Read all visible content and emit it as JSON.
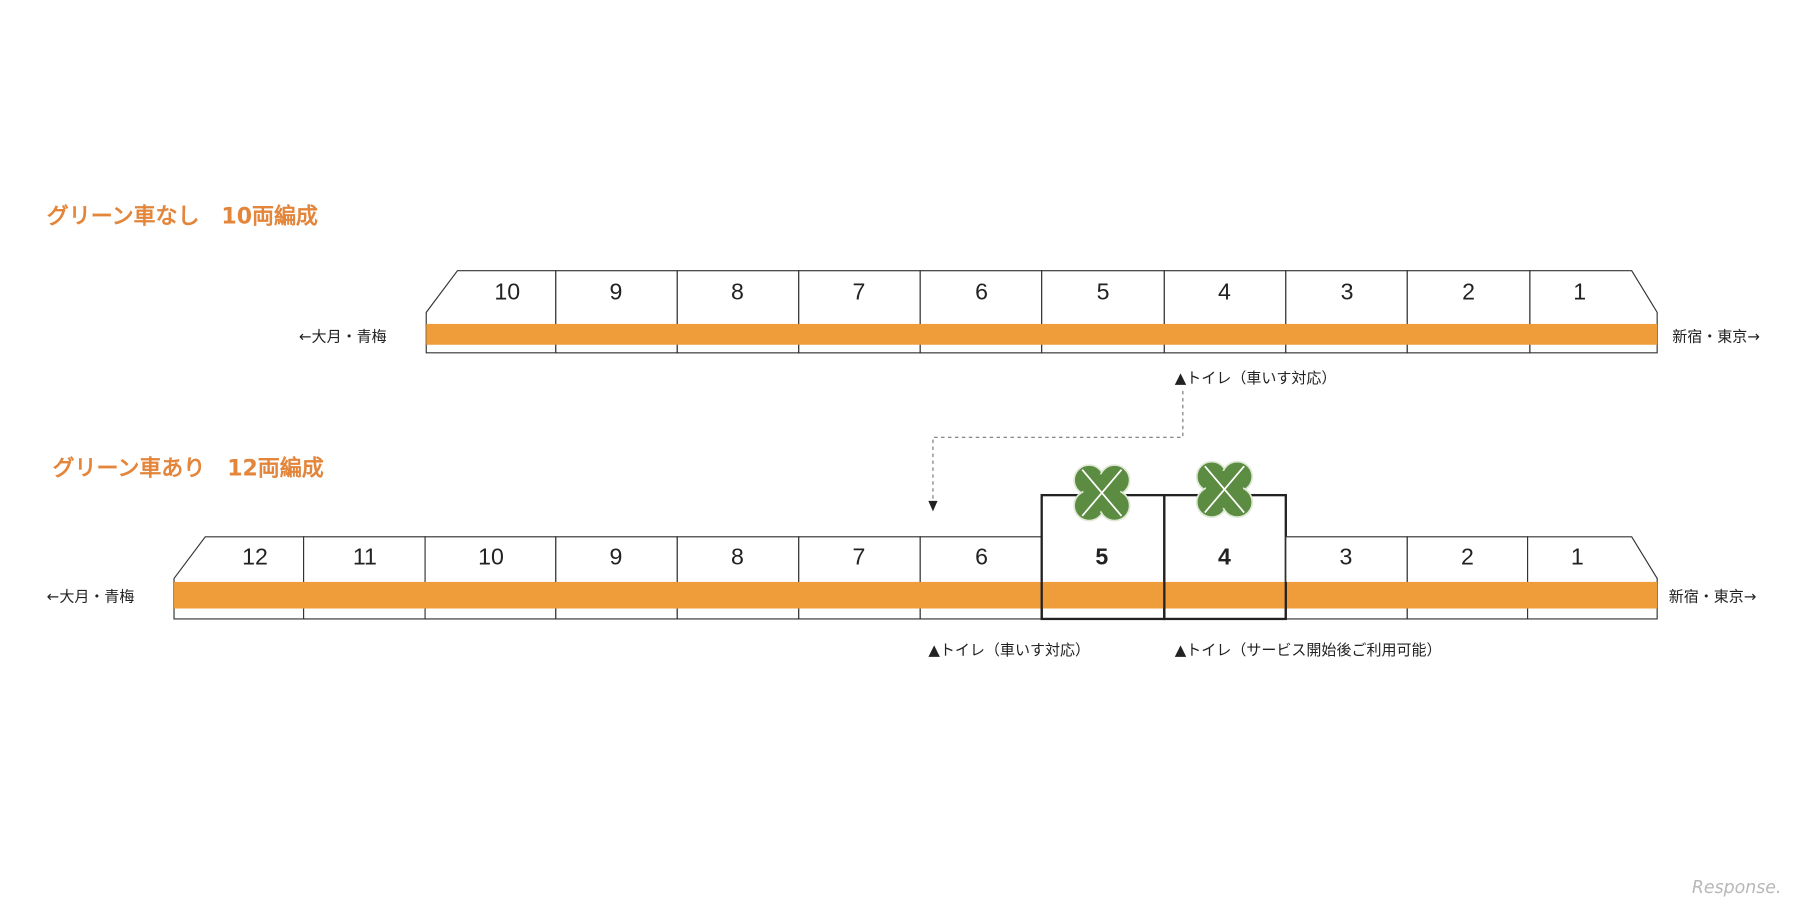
{
  "colors": {
    "title": "#e3853a",
    "stripe": "#ef9d3a",
    "green_mark": "#5b8c41"
  },
  "formation_10": {
    "title": "グリーン車なし　10両編成",
    "cars": [
      "10",
      "9",
      "8",
      "7",
      "6",
      "5",
      "4",
      "3",
      "2",
      "1"
    ],
    "left_direction": "←大月・青梅",
    "right_direction": "新宿・東京→",
    "toilet_note": "▲トイレ（車いす対応）"
  },
  "formation_12": {
    "title": "グリーン車あり　12両編成",
    "cars": [
      "12",
      "11",
      "10",
      "9",
      "8",
      "7",
      "6",
      "5",
      "4",
      "3",
      "2",
      "1"
    ],
    "green_cars": [
      "5",
      "4"
    ],
    "left_direction": "←大月・青梅",
    "right_direction": "新宿・東京→",
    "toilet_note_1": "▲トイレ（車いす対応）",
    "toilet_note_2": "▲トイレ（サービス開始後ご利用可能）"
  },
  "watermark": "Response."
}
